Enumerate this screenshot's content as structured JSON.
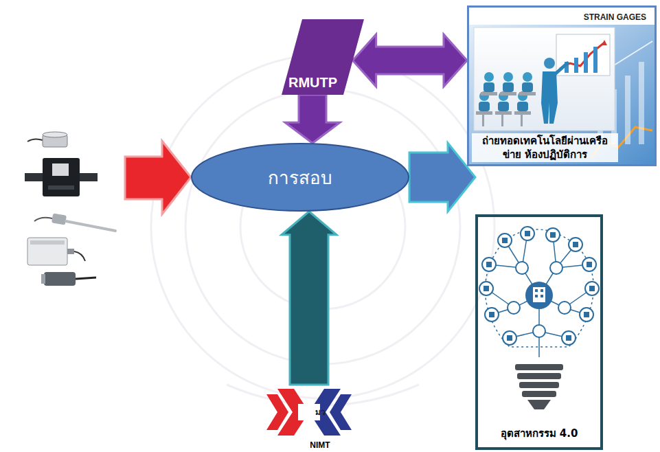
{
  "diagram": {
    "nodes": [
      {
        "text": [
          "RMUTP"
        ]
      },
      {
        "text": [
          "STRAIN GAGES",
          "ถ่ายทอดเทคโนโลยีผ่านเครือข่าย ห้องปฏิบัติการ"
        ]
      },
      {
        "text": [
          "การสอบ"
        ]
      },
      {
        "text": [
          "อุตสาหกรรม 4.0"
        ]
      },
      {
        "text": [
          "มว",
          "NIMT"
        ]
      }
    ],
    "edges": [
      {
        "from": 0,
        "to": 1,
        "arrow": "both"
      },
      {
        "from": 0,
        "to": 2,
        "arrow": "to"
      },
      {
        "from": 2,
        "to": 3,
        "arrow": "to"
      },
      {
        "from": 4,
        "to": 2,
        "arrow": "to"
      }
    ]
  }
}
